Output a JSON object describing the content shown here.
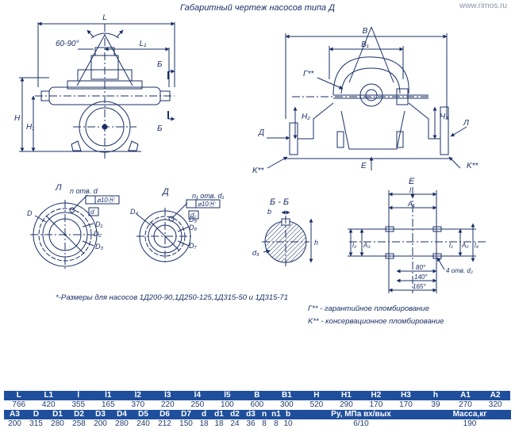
{
  "title": "Габаритный чертеж насосов типа Д",
  "site": "www.rimos.ru",
  "labels": {
    "L": "L",
    "L1": "L₁",
    "angle": "60-90°",
    "B": "B",
    "B1": "B₁",
    "H": "H",
    "H1": "H₁",
    "H2": "H₂",
    "H3": "H₃",
    "b_sec": "Б",
    "G": "Г**",
    "D_letter": "Д",
    "L_letter": "Л",
    "K": "K**",
    "E": "E",
    "view_L": "Л",
    "view_D": "Д",
    "view_BB": "Б - Б",
    "view_E": "E",
    "n_otv_d": "n отв. d",
    "n1_otv_d1": "n₁ отв. d₁",
    "tol": "⌀10Ⓗ",
    "D": "D",
    "D1": "D₁",
    "D2": "D₂",
    "D3": "D₃",
    "D4": "D₄",
    "D5": "D₅",
    "D6": "D₆",
    "D7": "D₇",
    "b": "b",
    "h": "h",
    "d3": "d₃",
    "l": "l",
    "A1": "A₁",
    "A2": "A₂",
    "A3": "A₃",
    "l2": "l₂",
    "l3": "l₃",
    "l4": "l₄",
    "l5": "l₅",
    "d80": "80°",
    "d140": "140°",
    "d165": "165°",
    "hole4": "4 отв. d₂"
  },
  "notes": {
    "sizes": "*-Размеры для насосов 1Д200-90,1Д250-125,1Д315-50 и 1Д315-71",
    "g": "Г** - гарантийное пломбирование",
    "k": "K** - консервационное пломбирование"
  },
  "table1": {
    "headers": [
      "L",
      "L1",
      "l",
      "l1",
      "l2",
      "l3",
      "l4",
      "l5",
      "B",
      "B1",
      "H",
      "H1",
      "H2",
      "H3",
      "h",
      "A1",
      "A2"
    ],
    "values": [
      "766",
      "420",
      "355",
      "165",
      "370",
      "220",
      "250",
      "100",
      "600",
      "300",
      "520",
      "290",
      "170",
      "170",
      "39",
      "270",
      "320"
    ]
  },
  "table2": {
    "headers": [
      "A3",
      "D",
      "D1",
      "D2",
      "D3",
      "D4",
      "D5",
      "D6",
      "D7",
      "d",
      "d1",
      "d2",
      "d3",
      "n",
      "n1",
      "b",
      "Ру, МПа вх/вых",
      "Масса,кг"
    ],
    "values": [
      "200",
      "315",
      "280",
      "258",
      "200",
      "280",
      "240",
      "212",
      "150",
      "18",
      "18",
      "24",
      "36",
      "8",
      "8",
      "10",
      "6/10",
      "190"
    ]
  },
  "colors": {
    "header_bg": "#1f4f9c",
    "header_text": "#ffffff",
    "drawing": "#1a2f66"
  }
}
